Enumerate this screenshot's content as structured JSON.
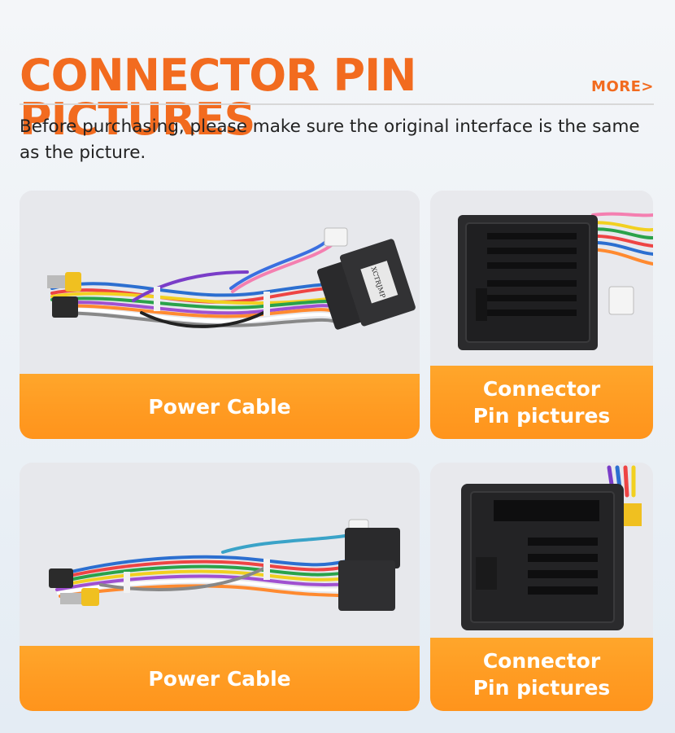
{
  "header": {
    "title": "CONNECTOR PIN PICTURES",
    "more_label": "MORE>"
  },
  "subtitle": "Before purchasing, please make sure the original interface is the same as the picture.",
  "cards": [
    {
      "label_line1": "Power Cable",
      "label_line2": "",
      "connector_text": "XCTRJMP"
    },
    {
      "label_line1": "Connector",
      "label_line2": "Pin pictures"
    },
    {
      "label_line1": "Power Cable",
      "label_line2": ""
    },
    {
      "label_line1": "Connector",
      "label_line2": "Pin pictures"
    }
  ],
  "colors": {
    "accent": "#f26b1f",
    "band": "#ff9d24",
    "connector": "#2a2a2c"
  }
}
